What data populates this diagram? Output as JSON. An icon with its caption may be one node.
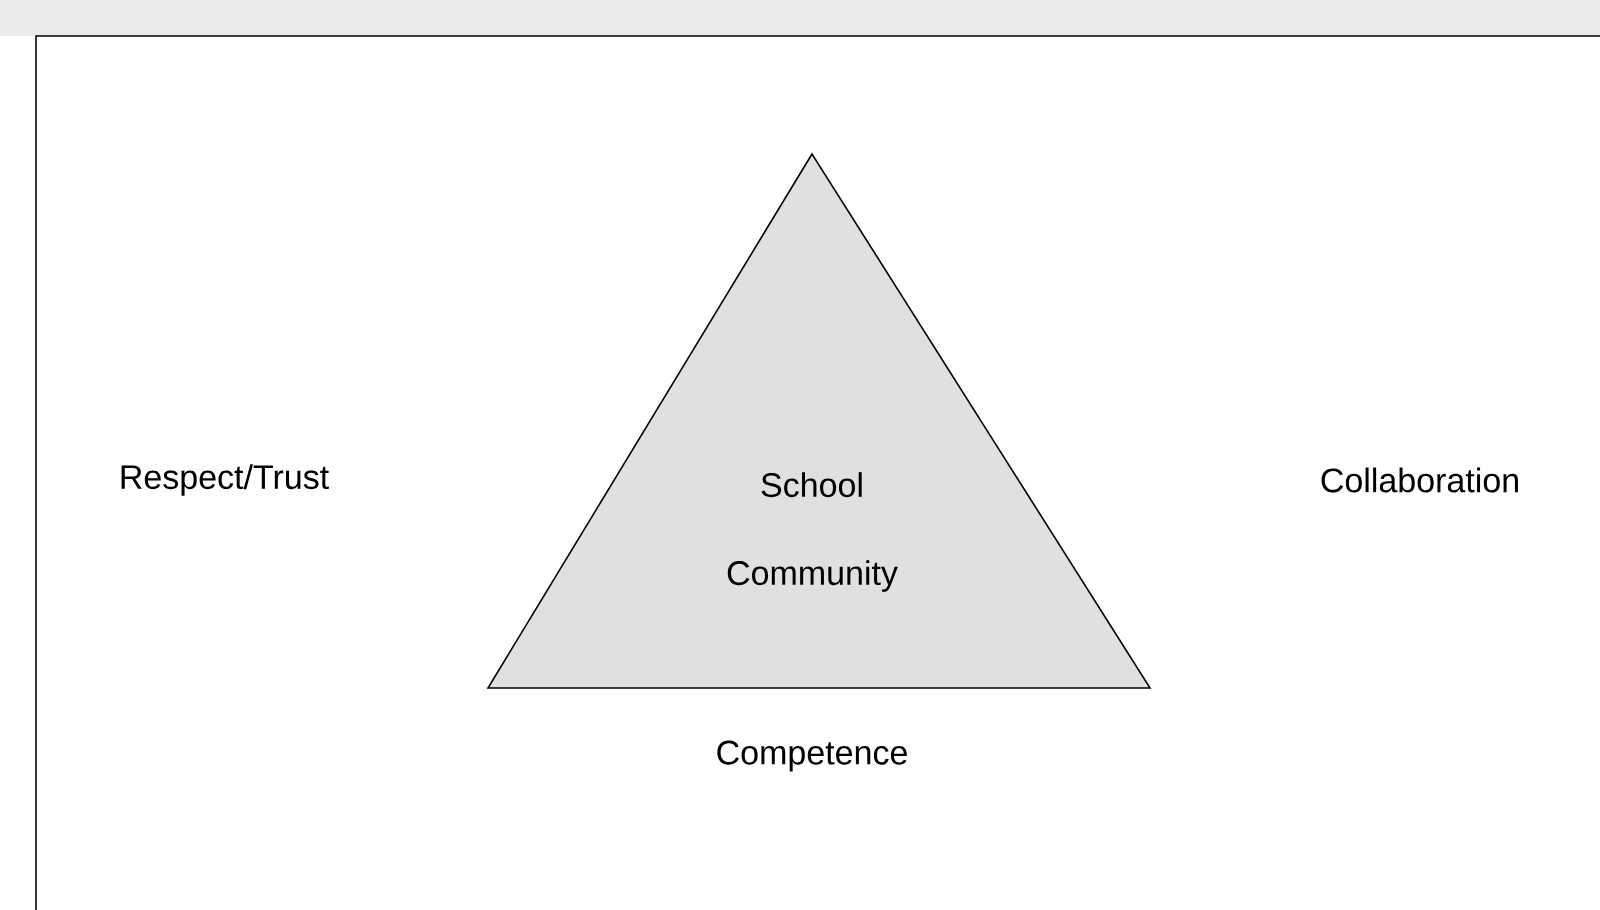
{
  "diagram": {
    "nodes": [
      {
        "text": [
          "School",
          "Community"
        ]
      }
    ],
    "labels": [
      "Respect/Trust",
      "Collaboration",
      "Competence"
    ]
  }
}
